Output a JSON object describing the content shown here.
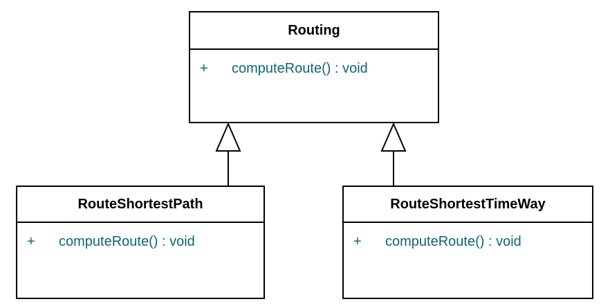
{
  "diagram": {
    "type": "uml-class-diagram",
    "background_color": "#ffffff",
    "line_color": "#000000",
    "class_name_color": "#000000",
    "method_text_color": "#0c6674",
    "classes": [
      {
        "name": "Routing",
        "methods": [
          {
            "visibility": "+",
            "signature": "computeRoute() : void"
          }
        ]
      },
      {
        "name": "RouteShortestPath",
        "methods": [
          {
            "visibility": "+",
            "signature": "computeRoute() : void"
          }
        ]
      },
      {
        "name": "RouteShortestTimeWay",
        "methods": [
          {
            "visibility": "+",
            "signature": "computeRoute() : void"
          }
        ]
      }
    ],
    "relations": [
      {
        "type": "generalization",
        "from": "RouteShortestPath",
        "to": "Routing"
      },
      {
        "type": "generalization",
        "from": "RouteShortestTimeWay",
        "to": "Routing"
      }
    ]
  }
}
